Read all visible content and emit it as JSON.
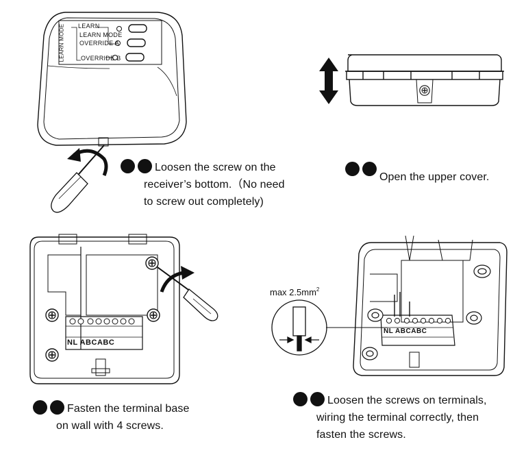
{
  "steps": [
    {
      "id": "step-1",
      "lines": [
        "Loosen the screw on the",
        "receiver’s bottom.（No need",
        "to screw out completely)"
      ]
    },
    {
      "id": "step-2",
      "lines": [
        "Open the upper cover."
      ]
    },
    {
      "id": "step-3",
      "lines": [
        "Fasten the terminal base",
        "on wall with 4 screws."
      ]
    },
    {
      "id": "step-4",
      "lines": [
        "Loosen the screws on terminals,",
        "wiring the terminal correctly, then",
        "fasten the screws."
      ]
    }
  ],
  "device_labels": {
    "learn": "LEARN",
    "learn_mode": "LEARN  MODE",
    "override_a": "OVERRIDE  A",
    "override_b": "OVERRIDE  B",
    "side": "LEARN  MODE"
  },
  "terminal_labels": {
    "base": "NL ABCABC",
    "wiring": "NL ABCABC"
  },
  "wire_spec": {
    "text": "max 2.5mm",
    "unit_exp": "2"
  },
  "icons": [
    "screwdriver-icon",
    "rotate-arrow-icon",
    "up-down-arrow-icon",
    "screw-icon"
  ]
}
